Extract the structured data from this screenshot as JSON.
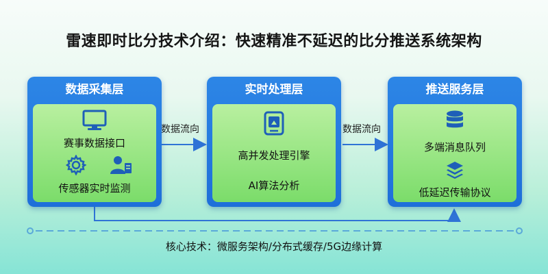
{
  "title": "雷速即时比分技术介绍：快速精准不延迟的比分推送系统架构",
  "layers": [
    {
      "name": "数据采集层",
      "items": [
        "赛事数据接口",
        "传感器实时监测"
      ],
      "icons": [
        "monitor-icon",
        "gear-icon",
        "person-icon"
      ]
    },
    {
      "name": "实时处理层",
      "items": [
        "高并发处理引擎",
        "AI算法分析"
      ],
      "icons": [
        "processor-icon"
      ]
    },
    {
      "name": "推送服务层",
      "items": [
        "多端消息队列",
        "低延迟传输协议"
      ],
      "icons": [
        "database-icon",
        "layers-protocol-icon"
      ]
    }
  ],
  "flow_labels": [
    "数据流向",
    "数据流向"
  ],
  "footer": "核心技术：微服务架构/分布式缓存/5G边缘计算",
  "colors": {
    "layer_blue": "#1e6fd9",
    "inner_green": "#7bdc6a",
    "icon_blue": "#1e5fb8",
    "line_blue": "#2f73d6",
    "dashed_line": "#5aa9d9"
  }
}
